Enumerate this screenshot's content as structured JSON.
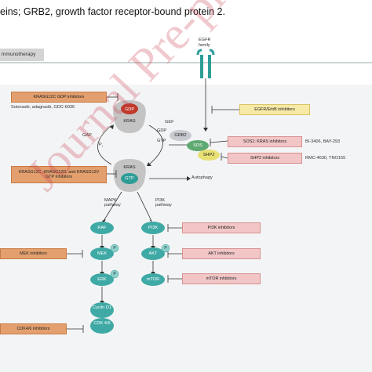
{
  "caption": "eins; GRB2, growth factor receptor-bound protein 2.",
  "section_label": "mmunotherapy",
  "receptor": {
    "line1": "EGFR",
    "line2": "family"
  },
  "nodes": {
    "gdp": "GDP",
    "kras_top": "KRAS",
    "kras_bottom": "KRAS",
    "gtp": "GTP",
    "grb2": "GRB2",
    "sos": "SOS",
    "shp2": "SHP2",
    "raf": "RAF",
    "mek": "MEK",
    "erk": "ERK",
    "pi3k": "PI3K",
    "akt": "AKT",
    "mtor": "mTOR",
    "cyclin": "Cyclin D1",
    "cdk": "CDK 4/6",
    "p": "P"
  },
  "labels": {
    "gef": "GEF",
    "gdp": "GDP",
    "gtp": "GTP",
    "gap": "GAP",
    "pi": "P",
    "pi_sub": "i",
    "autophagy": "Autophagy",
    "mapk": "MAPK pathway",
    "pi3k_path": "PI3K pathway"
  },
  "inhibitors": {
    "kras_gdp": "KRASG12C GDP inhibitors",
    "kras_gdp_drugs": "Sotorasib, adagrasib, GDC-6036",
    "kras_gtp": "KRASG12C, KRASG12D, and KRASG12V GTP inhibitors",
    "egfr": "EGFR/ErbB inhibitors",
    "sos1": "SOS1: KRAS inhibitors",
    "sos1_drugs": "BI-3406, BAY-293",
    "shp2": "SHP2 inhibitors",
    "shp2_drugs": "RMC-4630, TNO155",
    "pi3k": "PI3K inhibitors",
    "mek": "MEK inhibitors",
    "akt": "AKT inhibitors",
    "mtor": "mTOR inhibitors",
    "cdk": "CDK4/6 inhibitors"
  },
  "watermark": "Journal Pre-proofs",
  "colors": {
    "teal": "#3fa9a5",
    "kras_grey": "#c4c4c4",
    "gdp_red": "#c0392b",
    "gtp_teal": "#2f9d97",
    "inhibitor_orange": "#e3a06e",
    "inhibitor_yellow": "#f7eaa6",
    "inhibitor_pink": "#f2c6c6",
    "sos_green": "#5faa72",
    "shp2_yellow": "#e8e072",
    "grb2_grey": "#c9c9d0",
    "watermark": "#c83c50"
  }
}
